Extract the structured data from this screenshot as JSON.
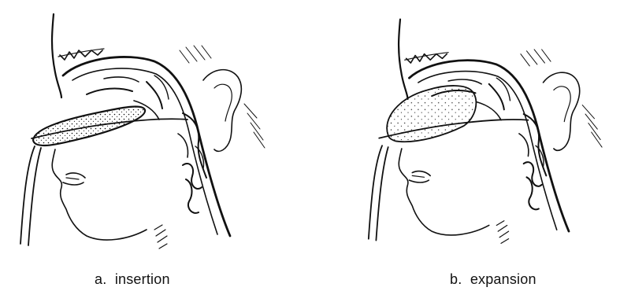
{
  "figure": {
    "panels": [
      {
        "id": "a",
        "caption": "a.  insertion",
        "stage": "insertion",
        "packing_state": "compressed"
      },
      {
        "id": "b",
        "caption": "b.  expansion",
        "stage": "expansion",
        "packing_state": "expanded"
      }
    ],
    "colors": {
      "ink": "#111111",
      "background": "#ffffff"
    }
  }
}
